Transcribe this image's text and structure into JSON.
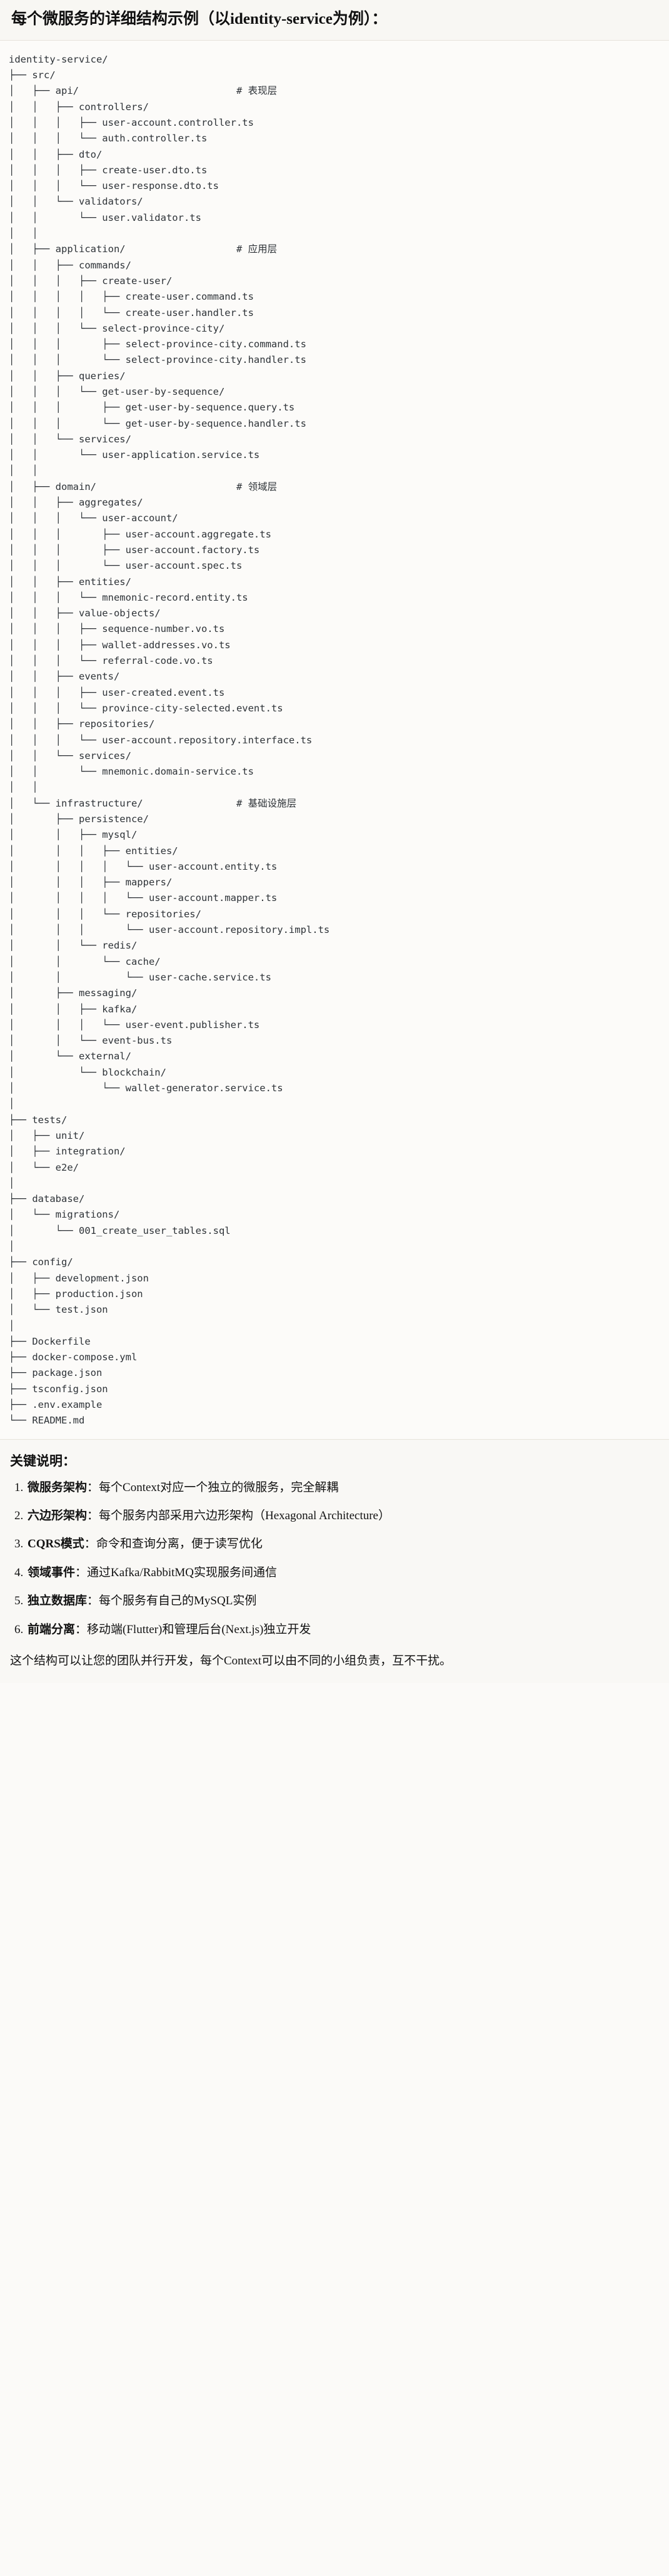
{
  "header": {
    "title": "每个微服务的详细结构示例（以identity-service为例）："
  },
  "tree": {
    "root": "identity-service/",
    "text": "identity-service/\n├── src/\n│   ├── api/                           # 表现层\n│   │   ├── controllers/\n│   │   │   ├── user-account.controller.ts\n│   │   │   └── auth.controller.ts\n│   │   ├── dto/\n│   │   │   ├── create-user.dto.ts\n│   │   │   └── user-response.dto.ts\n│   │   └── validators/\n│   │       └── user.validator.ts\n│   │\n│   ├── application/                   # 应用层\n│   │   ├── commands/\n│   │   │   ├── create-user/\n│   │   │   │   ├── create-user.command.ts\n│   │   │   │   └── create-user.handler.ts\n│   │   │   └── select-province-city/\n│   │   │       ├── select-province-city.command.ts\n│   │   │       └── select-province-city.handler.ts\n│   │   ├── queries/\n│   │   │   └── get-user-by-sequence/\n│   │   │       ├── get-user-by-sequence.query.ts\n│   │   │       └── get-user-by-sequence.handler.ts\n│   │   └── services/\n│   │       └── user-application.service.ts\n│   │\n│   ├── domain/                        # 领域层\n│   │   ├── aggregates/\n│   │   │   └── user-account/\n│   │   │       ├── user-account.aggregate.ts\n│   │   │       ├── user-account.factory.ts\n│   │   │       └── user-account.spec.ts\n│   │   ├── entities/\n│   │   │   └── mnemonic-record.entity.ts\n│   │   ├── value-objects/\n│   │   │   ├── sequence-number.vo.ts\n│   │   │   ├── wallet-addresses.vo.ts\n│   │   │   └── referral-code.vo.ts\n│   │   ├── events/\n│   │   │   ├── user-created.event.ts\n│   │   │   └── province-city-selected.event.ts\n│   │   ├── repositories/\n│   │   │   └── user-account.repository.interface.ts\n│   │   └── services/\n│   │       └── mnemonic.domain-service.ts\n│   │\n│   └── infrastructure/                # 基础设施层\n│       ├── persistence/\n│       │   ├── mysql/\n│       │   │   ├── entities/\n│       │   │   │   └── user-account.entity.ts\n│       │   │   ├── mappers/\n│       │   │   │   └── user-account.mapper.ts\n│       │   │   └── repositories/\n│       │   │       └── user-account.repository.impl.ts\n│       │   └── redis/\n│       │       └── cache/\n│       │           └── user-cache.service.ts\n│       ├── messaging/\n│       │   ├── kafka/\n│       │   │   └── user-event.publisher.ts\n│       │   └── event-bus.ts\n│       └── external/\n│           └── blockchain/\n│               └── wallet-generator.service.ts\n│\n├── tests/\n│   ├── unit/\n│   ├── integration/\n│   └── e2e/\n│\n├── database/\n│   └── migrations/\n│       └── 001_create_user_tables.sql\n│\n├── config/\n│   ├── development.json\n│   ├── production.json\n│   └── test.json\n│\n├── Dockerfile\n├── docker-compose.yml\n├── package.json\n├── tsconfig.json\n├── .env.example\n└── README.md",
    "layer_comments": [
      {
        "path": "api/",
        "comment": "# 表现层"
      },
      {
        "path": "application/",
        "comment": "# 应用层"
      },
      {
        "path": "domain/",
        "comment": "# 领域层"
      },
      {
        "path": "infrastructure/",
        "comment": "# 基础设施层"
      }
    ]
  },
  "notes": {
    "heading": "关键说明：",
    "items": [
      {
        "term": "微服务架构",
        "sep": "：",
        "desc": "每个Context对应一个独立的微服务，完全解耦"
      },
      {
        "term": "六边形架构",
        "sep": "：",
        "desc": "每个服务内部采用六边形架构（Hexagonal Architecture）"
      },
      {
        "term": "CQRS模式",
        "sep": "：",
        "desc": "命令和查询分离，便于读写优化"
      },
      {
        "term": "领域事件",
        "sep": "：",
        "desc": "通过Kafka/RabbitMQ实现服务间通信"
      },
      {
        "term": "独立数据库",
        "sep": "：",
        "desc": "每个服务有自己的MySQL实例"
      },
      {
        "term": "前端分离",
        "sep": "：",
        "desc": "移动端(Flutter)和管理后台(Next.js)独立开发"
      }
    ],
    "closing": "这个结构可以让您的团队并行开发，每个Context可以由不同的小组负责，互不干扰。"
  }
}
